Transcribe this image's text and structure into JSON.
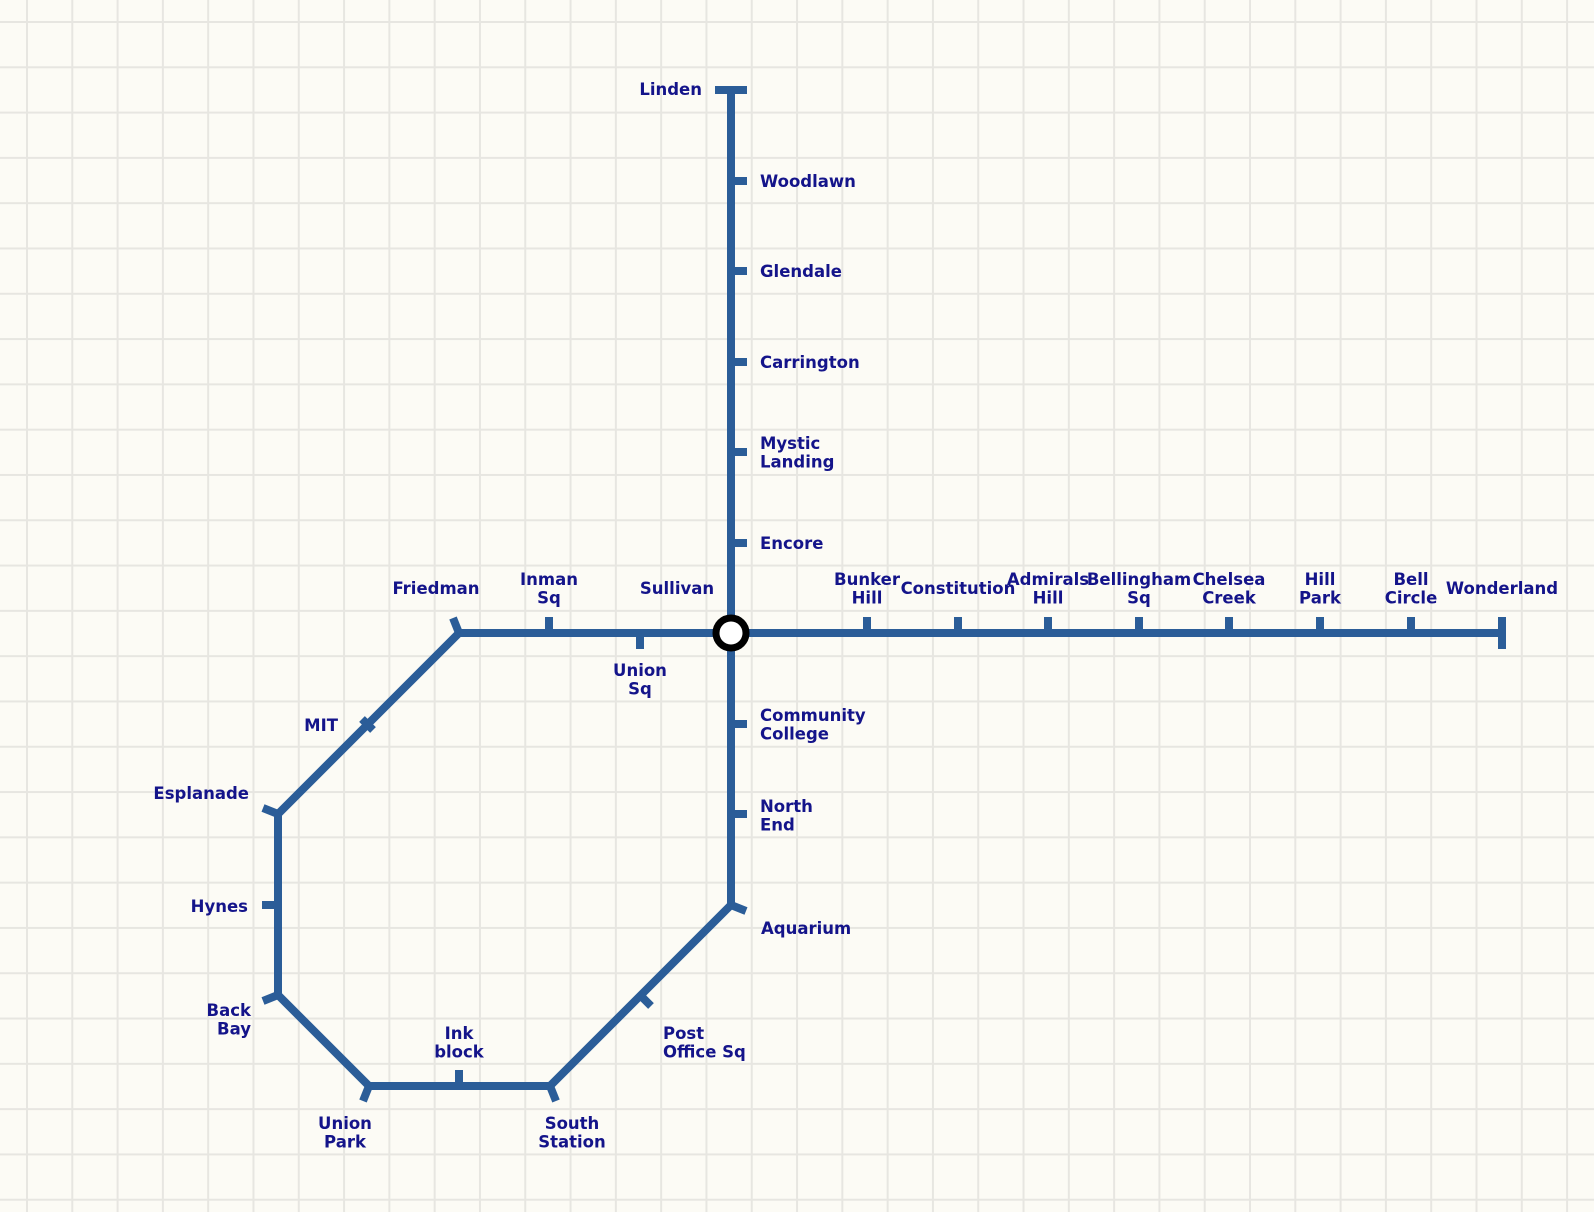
{
  "map": {
    "line_color": "#2b5d98",
    "label_color": "#14148a",
    "background_color": "#fcfbf5",
    "grid_color": "#e7e6e1",
    "interchange_fill": "#ffffff",
    "interchange_stroke": "#000000"
  },
  "stations": [
    {
      "key": "linden",
      "label": "Linden"
    },
    {
      "key": "woodlawn",
      "label": "Woodlawn"
    },
    {
      "key": "glendale",
      "label": "Glendale"
    },
    {
      "key": "carrington",
      "label": "Carrington"
    },
    {
      "key": "mystic-landing",
      "label": "Mystic\nLanding"
    },
    {
      "key": "encore",
      "label": "Encore"
    },
    {
      "key": "sullivan",
      "label": "Sullivan"
    },
    {
      "key": "bunker-hill",
      "label": "Bunker\nHill"
    },
    {
      "key": "constitution",
      "label": "Constitution"
    },
    {
      "key": "admirals-hill",
      "label": "Admirals\nHill"
    },
    {
      "key": "bellingham-sq",
      "label": "Bellingham\nSq"
    },
    {
      "key": "chelsea-creek",
      "label": "Chelsea\nCreek"
    },
    {
      "key": "hill-park",
      "label": "Hill\nPark"
    },
    {
      "key": "bell-circle",
      "label": "Bell\nCircle"
    },
    {
      "key": "wonderland",
      "label": "Wonderland"
    },
    {
      "key": "union-sq",
      "label": "Union\nSq"
    },
    {
      "key": "inman-sq",
      "label": "Inman\nSq"
    },
    {
      "key": "friedman",
      "label": "Friedman"
    },
    {
      "key": "mit",
      "label": "MIT"
    },
    {
      "key": "esplanade",
      "label": "Esplanade"
    },
    {
      "key": "hynes",
      "label": "Hynes"
    },
    {
      "key": "back-bay",
      "label": "Back\nBay"
    },
    {
      "key": "union-park",
      "label": "Union\nPark"
    },
    {
      "key": "ink-block",
      "label": "Ink\nblock"
    },
    {
      "key": "south-station",
      "label": "South\nStation"
    },
    {
      "key": "post-office-sq",
      "label": "Post\nOffice Sq"
    },
    {
      "key": "aquarium",
      "label": "Aquarium"
    },
    {
      "key": "north-end",
      "label": "North\nEnd"
    },
    {
      "key": "community-college",
      "label": "Community\nCollege"
    }
  ]
}
